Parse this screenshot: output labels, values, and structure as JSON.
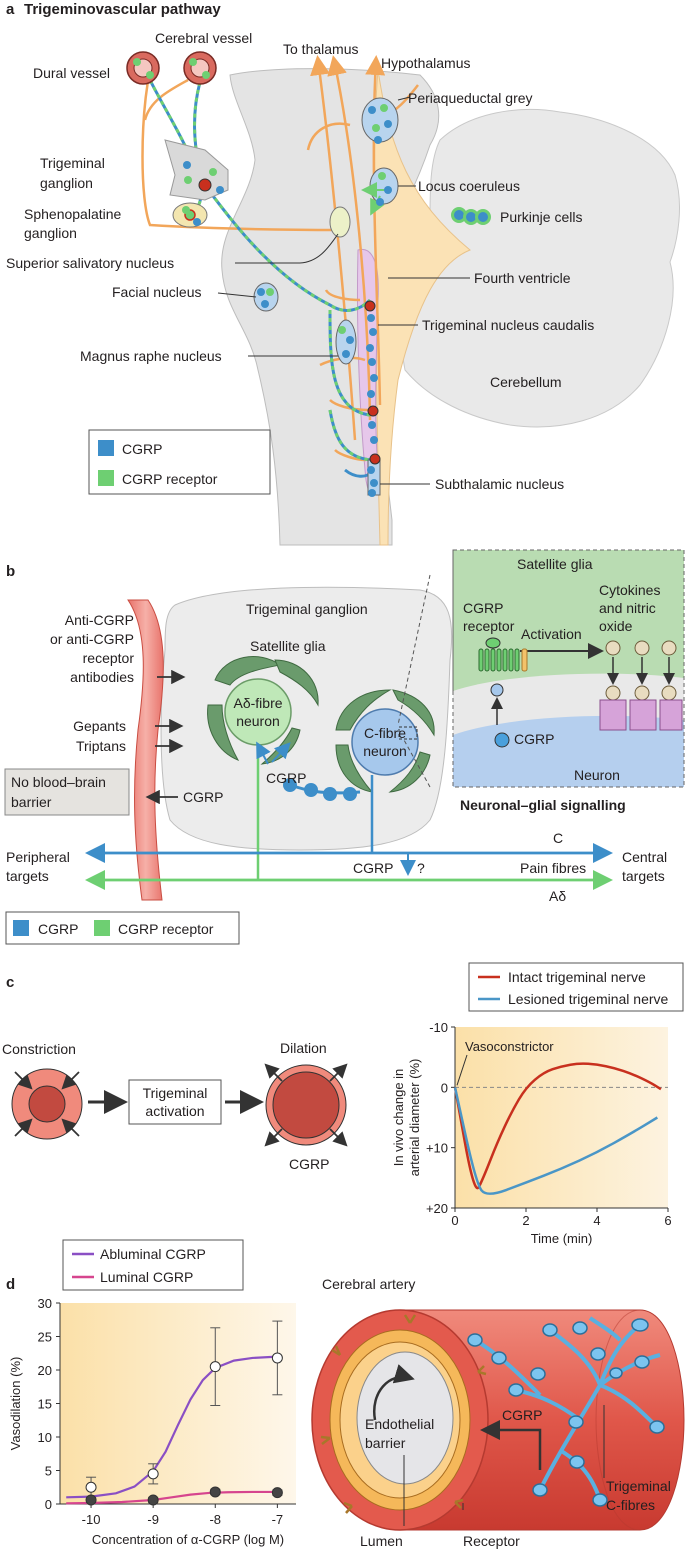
{
  "colors": {
    "cgrp": "#3d8ec9",
    "cgrp_receptor": "#6ecf72",
    "orange": "#f2a65a",
    "vessel": "#e8736b",
    "intact": "#c8301e",
    "lesioned": "#4a96c7",
    "abluminal": "#8a4fc4",
    "luminal": "#d6458e"
  },
  "panel_a": {
    "letter": "a",
    "title": "Trigeminovascular pathway",
    "labels": {
      "cerebral_vessel": "Cerebral vessel",
      "dural_vessel": "Dural vessel",
      "to_thalamus": "To thalamus",
      "hypothalamus": "Hypothalamus",
      "periaqueductal_grey": "Periaqueductal grey",
      "trigeminal_ganglion": [
        "Trigeminal",
        "ganglion"
      ],
      "locus_coeruleus": "Locus coeruleus",
      "sphenopalatine_ganglion": [
        "Sphenopalatine",
        "ganglion"
      ],
      "purkinje_cells": "Purkinje cells",
      "superior_salivatory": "Superior salivatory nucleus",
      "fourth_ventricle": "Fourth ventricle",
      "facial_nucleus": "Facial nucleus",
      "trigeminal_nucleus_caudalis": "Trigeminal nucleus caudalis",
      "magnus_raphe": "Magnus raphe nucleus",
      "cerebellum": "Cerebellum",
      "subthalamic_nucleus": "Subthalamic nucleus"
    },
    "legend": [
      "CGRP",
      "CGRP receptor"
    ]
  },
  "panel_b": {
    "letter": "b",
    "labels": {
      "trigeminal_ganglion": "Trigeminal ganglion",
      "satellite_glia": "Satellite glia",
      "antibodies": [
        "Anti-CGRP",
        "or anti-CGRP",
        "receptor",
        "antibodies"
      ],
      "gepants": "Gepants",
      "triptans": "Triptans",
      "no_bbb": [
        "No blood–brain",
        "barrier"
      ],
      "cgrp": "CGRP",
      "a_delta_neuron": [
        "Aδ-fibre",
        "neuron"
      ],
      "c_fibre_neuron": [
        "C-fibre",
        "neuron"
      ],
      "cgrp_mid": "CGRP",
      "c": "C",
      "pain_fibres": "Pain fibres",
      "a_delta": "Aδ",
      "peripheral_targets": [
        "Peripheral",
        "targets"
      ],
      "central_targets": [
        "Central",
        "targets"
      ],
      "cgrp_question": "CGRP",
      "question_mark": "?",
      "inset_satellite_glia": "Satellite glia",
      "cgrp_receptor": [
        "CGRP",
        "receptor"
      ],
      "activation": "Activation",
      "cytokines": [
        "Cytokines",
        "and nitric",
        "oxide"
      ],
      "inset_cgrp": "CGRP",
      "neuron": "Neuron",
      "neuronal_glial": "Neuronal–glial signalling"
    },
    "legend": [
      "CGRP",
      "CGRP receptor"
    ]
  },
  "panel_c": {
    "letter": "c",
    "labels": {
      "constriction": "Constriction",
      "trigeminal_activation": [
        "Trigeminal",
        "activation"
      ],
      "dilation": "Dilation",
      "cgrp": "CGRP",
      "vasoconstrictor": "Vasoconstrictor"
    },
    "legend": [
      "Intact trigeminal nerve",
      "Lesioned trigeminal nerve"
    ]
  },
  "panel_d": {
    "letter": "d",
    "legend": [
      "Abluminal CGRP",
      "Luminal CGRP"
    ],
    "labels": {
      "cerebral_artery": "Cerebral artery",
      "cgrp": "CGRP",
      "endothelial_barrier": [
        "Endothelial",
        "barrier"
      ],
      "trigeminal_c_fibres": [
        "Trigeminal",
        "C-fibres"
      ],
      "lumen": "Lumen",
      "receptor": "Receptor"
    }
  },
  "chart_data": [
    {
      "type": "line",
      "xlabel": "Time (min)",
      "ylabel": [
        "In vivo change in",
        "arterial diameter (%)"
      ],
      "x_ticks": [
        "0",
        "2",
        "4",
        "6"
      ],
      "y_ticks": [
        "-10",
        "0",
        "+10",
        "+20"
      ],
      "xlim": [
        0,
        6
      ],
      "ylim": [
        -10,
        20
      ],
      "y_inverted": true,
      "series": [
        {
          "name": "Intact trigeminal nerve",
          "x": [
            0,
            0.55,
            0.8,
            1.2,
            1.6,
            2.0,
            2.5,
            3.0,
            3.5,
            4.0,
            4.5,
            5.0,
            5.5,
            5.8
          ],
          "y": [
            0,
            18,
            15,
            9,
            4,
            0,
            -2.5,
            -3.5,
            -4,
            -3.8,
            -3.2,
            -2.2,
            -0.8,
            0.3
          ]
        },
        {
          "name": "Lesioned trigeminal nerve",
          "x": [
            0,
            0.6,
            0.9,
            2,
            3,
            4,
            5,
            5.7
          ],
          "y": [
            0,
            16,
            18.2,
            15.8,
            13.5,
            10.8,
            7.5,
            5
          ]
        }
      ]
    },
    {
      "type": "line",
      "xlabel": "Concentration of α-CGRP (log M)",
      "ylabel": "Vasodilation (%)",
      "x_ticks": [
        "-10",
        "-9",
        "-8",
        "-7"
      ],
      "y_ticks": [
        "0",
        "5",
        "10",
        "15",
        "20",
        "25",
        "30"
      ],
      "xlim": [
        -10.5,
        -6.7
      ],
      "ylim": [
        0,
        30
      ],
      "series": [
        {
          "name": "Abluminal CGRP",
          "x": [
            -10,
            -9,
            -8,
            -7
          ],
          "y": [
            2.5,
            4.5,
            20.5,
            21.8
          ],
          "err": [
            1.5,
            1.5,
            5.8,
            5.5
          ],
          "curve_x": [
            -10.4,
            -10,
            -9.6,
            -9.3,
            -9.0,
            -8.8,
            -8.6,
            -8.4,
            -8.2,
            -8.0,
            -7.7,
            -7.4,
            -7.0
          ],
          "curve_y": [
            1.0,
            1.1,
            1.6,
            2.6,
            4.9,
            7.8,
            11.8,
            15.6,
            18.5,
            20.3,
            21.4,
            21.8,
            22.0
          ]
        },
        {
          "name": "Luminal CGRP",
          "x": [
            -10,
            -9,
            -8,
            -7
          ],
          "y": [
            0.6,
            0.6,
            1.8,
            1.7
          ],
          "err": [
            0.4,
            0.4,
            0.4,
            0.4
          ],
          "curve_x": [
            -10.4,
            -10,
            -9.5,
            -9.0,
            -8.7,
            -8.4,
            -8.1,
            -7.8,
            -7.4,
            -7.0
          ],
          "curve_y": [
            0.1,
            0.15,
            0.3,
            0.6,
            1.0,
            1.4,
            1.65,
            1.75,
            1.8,
            1.8
          ]
        }
      ]
    }
  ]
}
